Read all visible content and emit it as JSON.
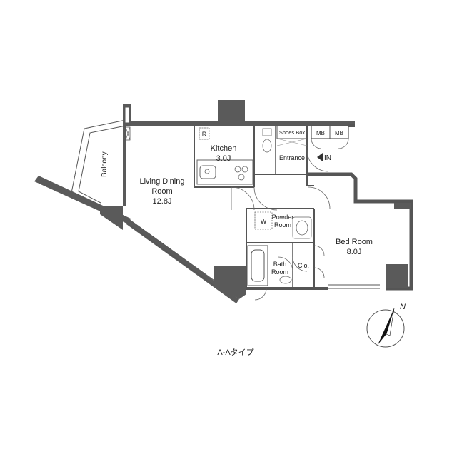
{
  "plan": {
    "type_label": "A-Aタイプ",
    "rooms": {
      "balcony": "Balcony",
      "living_line1": "Living Dining",
      "living_line2": "Room",
      "living_size": "12.8J",
      "kitchen": "Kitchen",
      "kitchen_size": "3.0J",
      "entrance": "Entrance",
      "in_mark": "IN",
      "shoes_box": "Shoes Box",
      "mb1": "MB",
      "mb2": "MB",
      "powder_line1": "Powder",
      "powder_line2": "Room",
      "bath_line1": "Bath",
      "bath_line2": "Room",
      "closet": "Clo.",
      "bedroom": "Bed Room",
      "bedroom_size": "8.0J",
      "fridge": "R",
      "washer": "W"
    },
    "compass": {
      "north": "N"
    }
  }
}
